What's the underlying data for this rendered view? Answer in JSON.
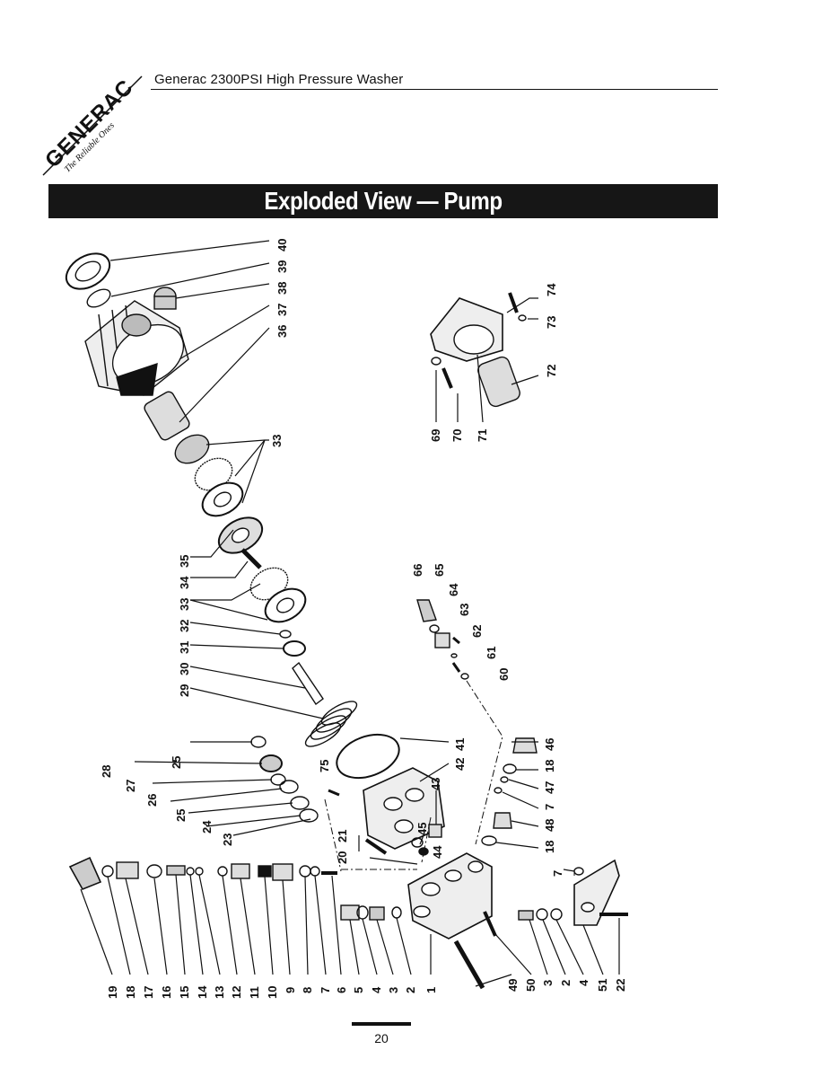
{
  "header": {
    "title": "Generac 2300PSI High Pressure Washer",
    "logo_brand": "GENERAC",
    "logo_tagline": "The Reliable Ones"
  },
  "banner": {
    "title": "Exploded View — Pump"
  },
  "diagram": {
    "part_labels_top_row": [
      "40",
      "39",
      "38",
      "37",
      "36",
      "33"
    ],
    "part_labels_right_group": [
      "74",
      "73",
      "72",
      "69",
      "70",
      "71"
    ],
    "part_labels_middle_left": [
      "35",
      "34",
      "33",
      "32",
      "31",
      "30",
      "29"
    ],
    "part_labels_middle_right": [
      "66",
      "65",
      "64",
      "63",
      "62",
      "61",
      "60"
    ],
    "part_labels_center": [
      "41",
      "42",
      "43",
      "75",
      "21",
      "20",
      "45",
      "44"
    ],
    "part_labels_right_lower": [
      "46",
      "18",
      "47",
      "7",
      "48",
      "18",
      "7"
    ],
    "part_labels_left_column": [
      "28",
      "27",
      "26",
      "25",
      "24",
      "23",
      "25"
    ],
    "part_labels_bottom_row": [
      "19",
      "18",
      "17",
      "16",
      "15",
      "14",
      "13",
      "12",
      "11",
      "10",
      "9",
      "8",
      "7",
      "6",
      "5",
      "4",
      "3",
      "2",
      "1",
      "49",
      "50",
      "3",
      "2",
      "4",
      "51",
      "22"
    ]
  },
  "footer": {
    "page_number": "20"
  }
}
